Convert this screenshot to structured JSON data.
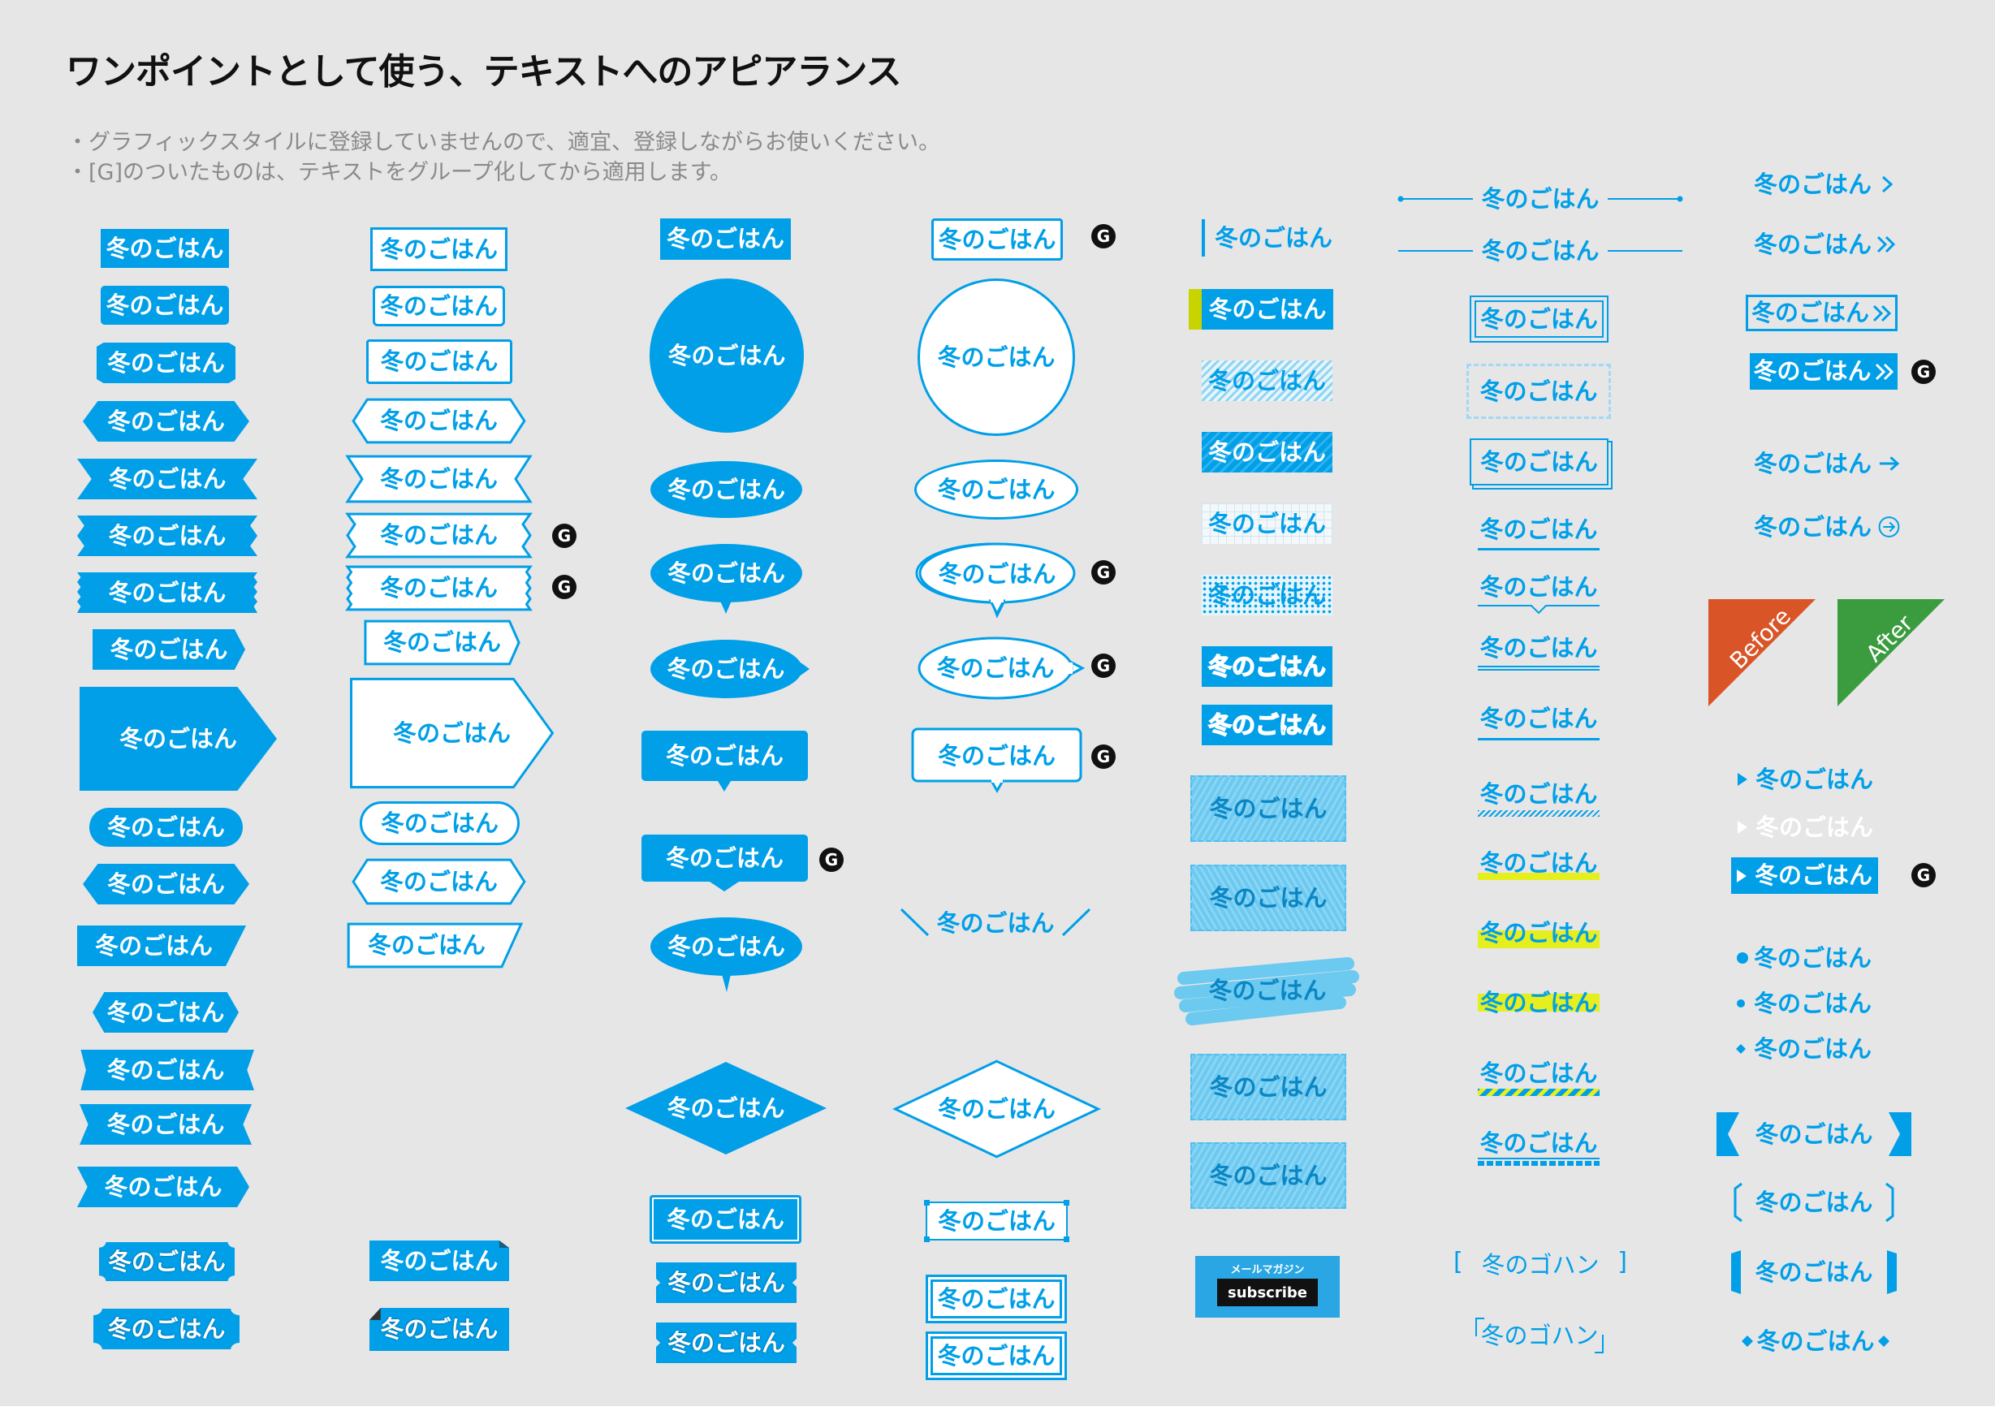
{
  "title": "ワンポイントとして使う、テキストへのアピアランス",
  "notes": [
    "・グラフィックスタイルに登録していませんので、適宜、登録しながらお使いください。",
    "・[G]のついたものは、テキストをグループ化してから適用します。"
  ],
  "sample": "冬のごはん",
  "sample_katakana": "冬のゴハン",
  "group_badge": "G",
  "mail_label": "メールマガジン",
  "subscribe_label": "subscribe",
  "before_label": "Before",
  "after_label": "After",
  "colors": {
    "accent": "#009fe8",
    "light": "#6cc9f0",
    "yellow": "#e6ef1e",
    "lime": "#c8d400",
    "orange": "#d95426",
    "green": "#3a9c3e",
    "background": "#e6e6e7"
  },
  "icons": [
    "chevron-right-icon",
    "double-chevron-right-icon",
    "arrow-right-icon",
    "circle-arrow-right-icon",
    "triangle-right-icon",
    "dot-icon",
    "diamond-icon"
  ]
}
